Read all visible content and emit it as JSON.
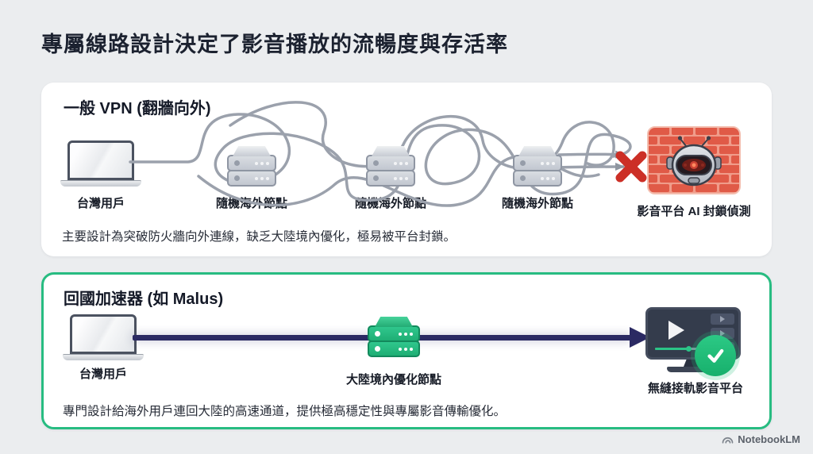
{
  "title": "專屬線路設計決定了影音播放的流暢度與存活率",
  "vpn_panel": {
    "title": "一般 VPN (翻牆向外)",
    "client_label": "台灣用戶",
    "nodes": [
      {
        "label": "隨機海外節點"
      },
      {
        "label": "隨機海外節點"
      },
      {
        "label": "隨機海外節點"
      }
    ],
    "firewall_label": "影音平台 AI 封鎖偵測",
    "caption": "主要設計為突破防火牆向外連線，缺乏大陸境內優化，極易被平台封鎖。"
  },
  "accelerator_panel": {
    "title": "回國加速器 (如 Malus)",
    "client_label": "台灣用戶",
    "node_label": "大陸境內優化節點",
    "platform_label": "無縫接軌影音平台",
    "caption": "專門設計給海外用戶連回大陸的高速通道，提供極高穩定性與專屬影音傳輸優化。"
  },
  "footer": {
    "brand": "NotebookLM"
  },
  "colors": {
    "background": "#ebedef",
    "card": "#ffffff",
    "accent_green": "#27bc81",
    "line_navy": "#2b2a63",
    "tangle_gray": "#9ba1ac",
    "blocked_red": "#cc2f26",
    "brick_red": "#e05a47"
  }
}
